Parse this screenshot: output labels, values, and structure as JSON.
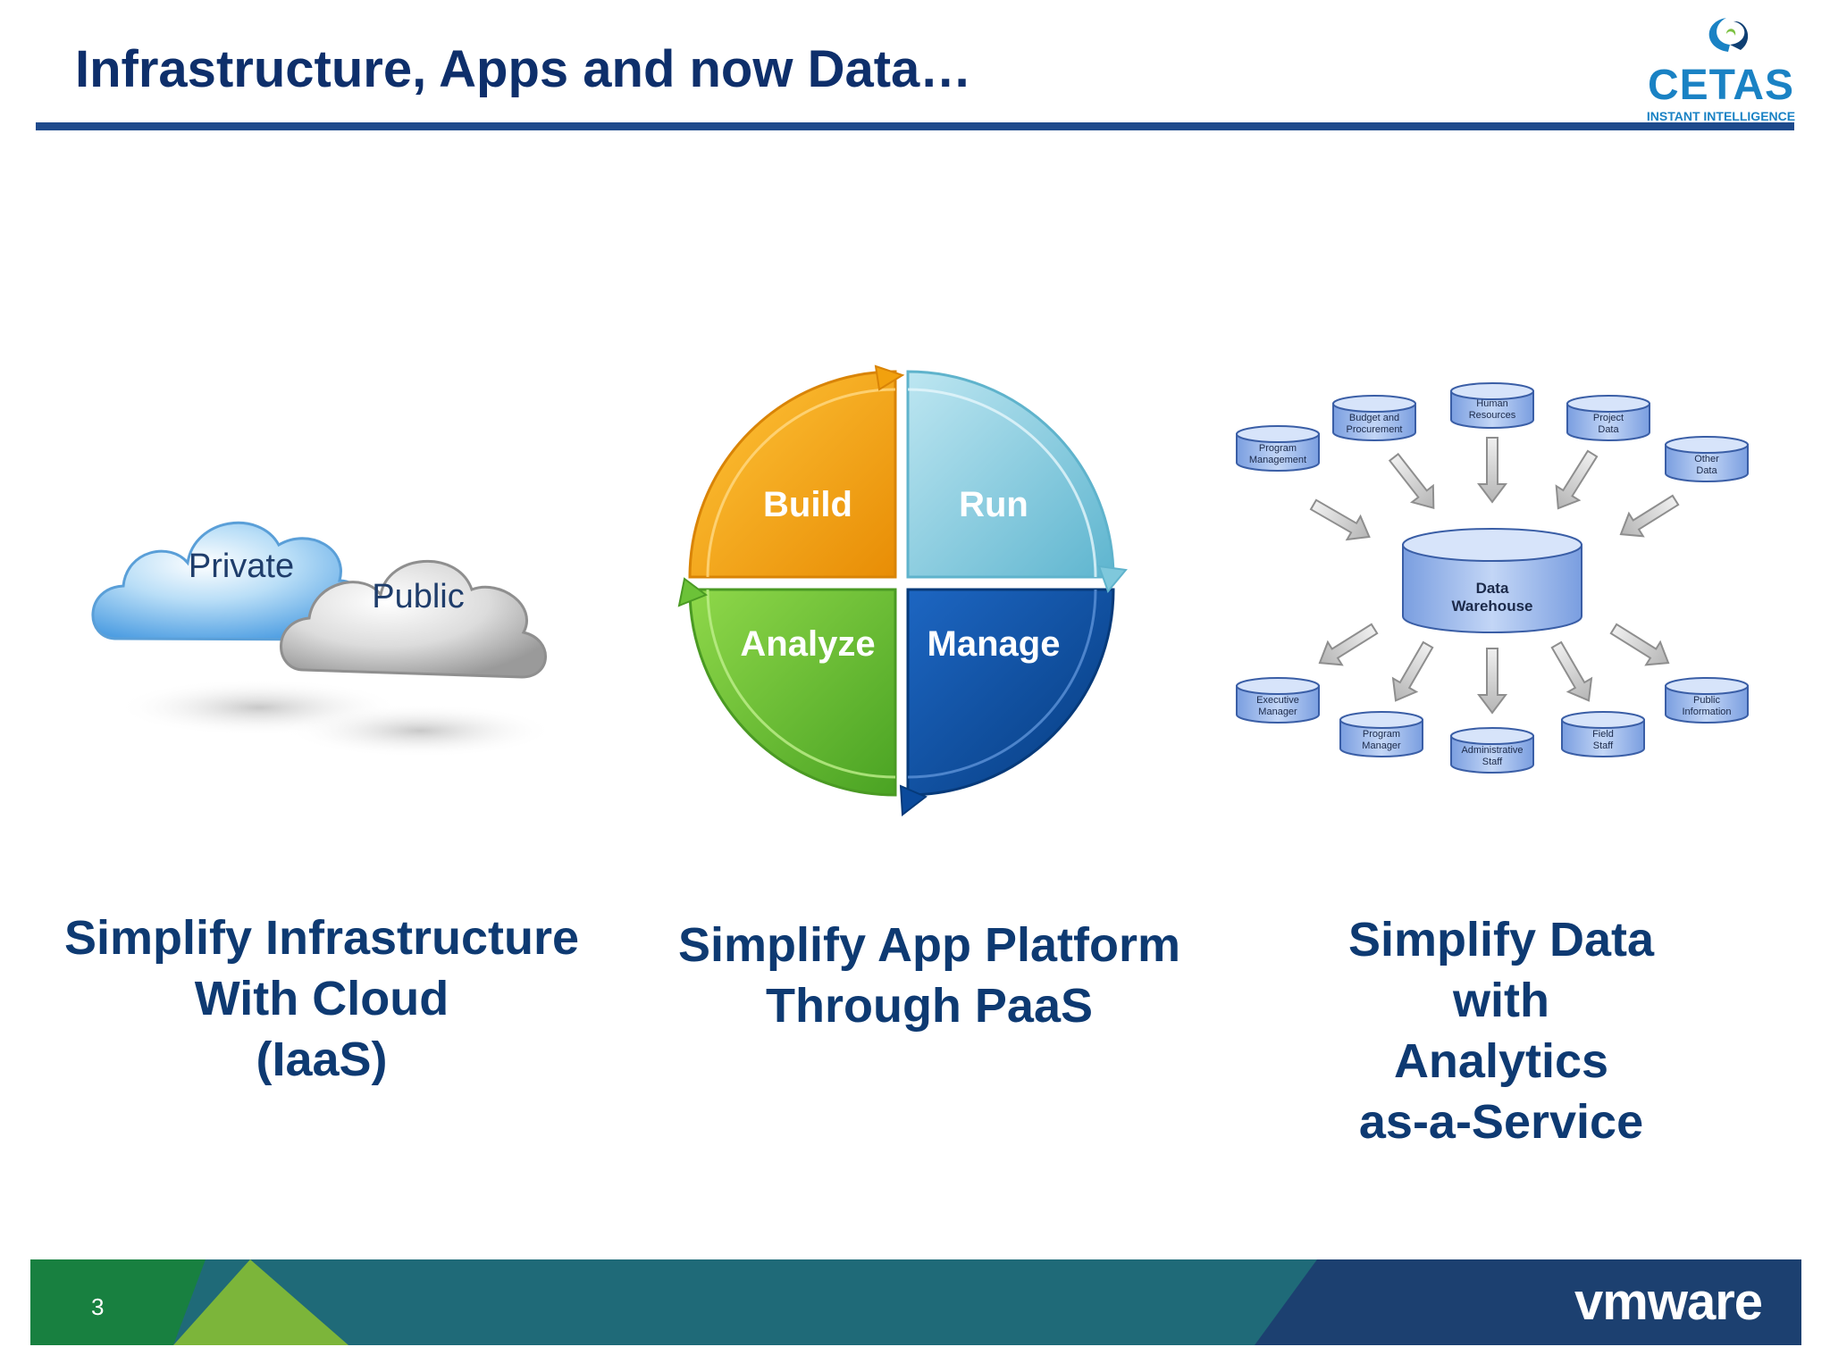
{
  "header": {
    "title": "Infrastructure, Apps and now Data…",
    "logo_word": "CETAS",
    "logo_tagline": "INSTANT INTELLIGENCE"
  },
  "cloud": {
    "private_label": "Private",
    "public_label": "Public"
  },
  "cycle": {
    "build_label": "Build",
    "run_label": "Run",
    "analyze_label": "Analyze",
    "manage_label": "Manage",
    "colors": {
      "build": "#f2a10e",
      "run": "#7fc8dc",
      "analyze": "#6cc238",
      "manage": "#0b4a9c"
    }
  },
  "warehouse": {
    "center": [
      "Data",
      "Warehouse"
    ],
    "sources": {
      "program_management": [
        "Program",
        "Management"
      ],
      "budget": [
        "Budget and",
        "Procurement"
      ],
      "human_resources": [
        "Human",
        "Resources"
      ],
      "project_data": [
        "Project",
        "Data"
      ],
      "other_data": [
        "Other",
        "Data"
      ]
    },
    "consumers": {
      "executive_manager": [
        "Executive",
        "Manager"
      ],
      "program_manager": [
        "Program",
        "Manager"
      ],
      "administrative_staff": [
        "Administrative",
        "Staff"
      ],
      "field_staff": [
        "Field",
        "Staff"
      ],
      "public_information": [
        "Public",
        "Information"
      ]
    }
  },
  "captions": {
    "infrastructure": [
      "Simplify Infrastructure",
      "With Cloud",
      "(IaaS)"
    ],
    "app_platform": [
      "Simplify App Platform",
      "Through PaaS"
    ],
    "data": [
      "Simplify Data",
      "with",
      "Analytics",
      "as-a-Service"
    ]
  },
  "footer": {
    "page_number": "3",
    "brand": "vmware"
  }
}
